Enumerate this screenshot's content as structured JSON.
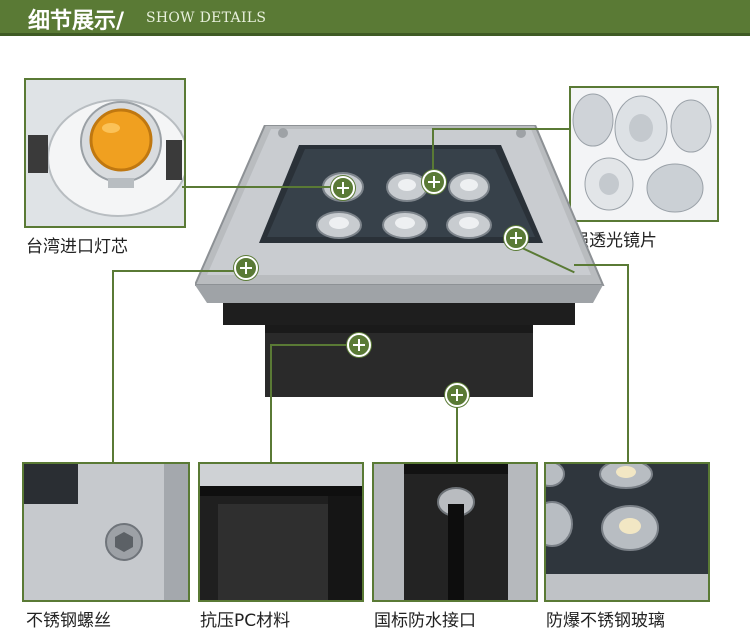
{
  "banner": {
    "title_cn": "细节展示/",
    "title_en": "SHOW DETAILS"
  },
  "details": [
    {
      "label": "台湾进口灯芯"
    },
    {
      "label": "强透光镜片"
    },
    {
      "label": "不锈钢螺丝"
    },
    {
      "label": "抗压PC材料"
    },
    {
      "label": "国标防水接口"
    },
    {
      "label": "防爆不锈钢玻璃"
    }
  ],
  "colors": {
    "accent": "#5a7a35",
    "chip": "#f0a020"
  }
}
